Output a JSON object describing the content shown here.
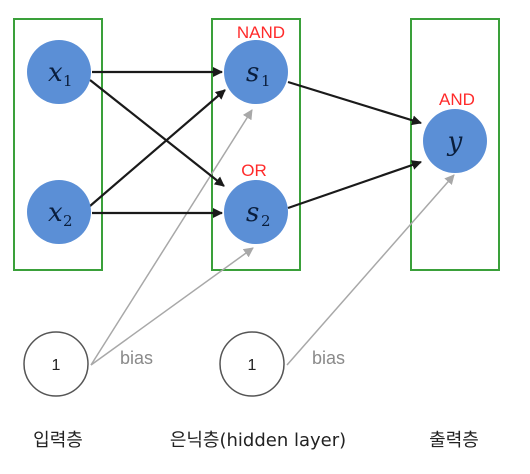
{
  "colors": {
    "node_fill": "#5b8fd6",
    "layer_box": "#3aa03a",
    "edge": "#1a1a1a",
    "bias_edge": "#a8a8a8",
    "gate_text": "#ff2a2a"
  },
  "nodes": {
    "x1": {
      "var": "x",
      "sub": "1"
    },
    "x2": {
      "var": "x",
      "sub": "2"
    },
    "s1": {
      "var": "s",
      "sub": "1",
      "gate": "NAND"
    },
    "s2": {
      "var": "s",
      "sub": "2",
      "gate": "OR"
    },
    "y": {
      "var": "y",
      "gate": "AND"
    }
  },
  "bias": {
    "input_one": "1",
    "hidden_one": "1",
    "label": "bias"
  },
  "layers": {
    "input": "입력층",
    "hidden": "은닉층(hidden layer)",
    "output": "출력층"
  }
}
